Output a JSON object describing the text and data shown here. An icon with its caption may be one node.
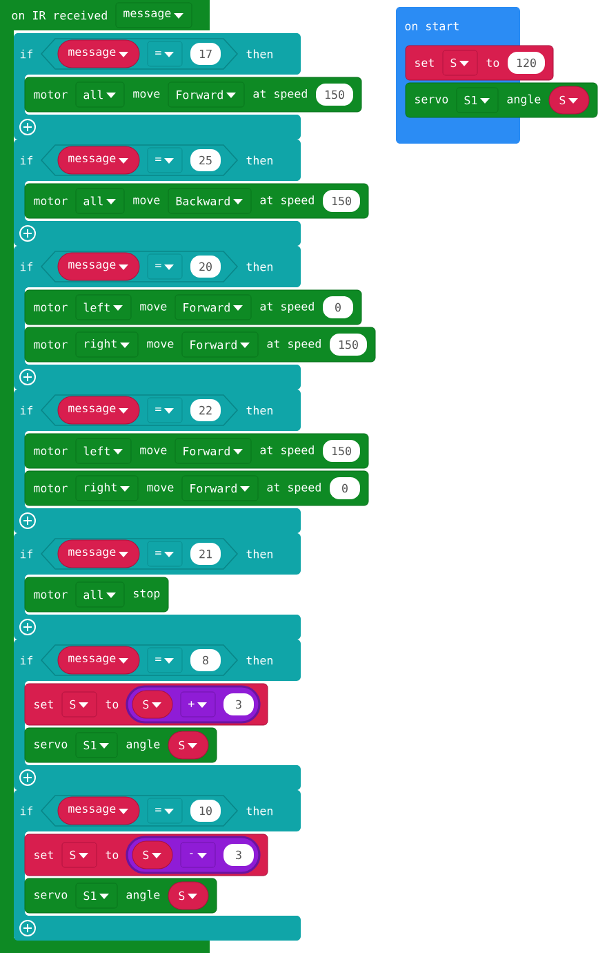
{
  "diagram": {
    "nodes": [
      {
        "text": [
          "on IR received",
          "message"
        ]
      },
      {
        "text": [
          "if",
          "then"
        ]
      },
      {
        "text": [
          "=",
          "17"
        ],
        "in": 1
      },
      {
        "text": [
          "message"
        ],
        "in": 2
      },
      {
        "text": [
          "motor",
          "all",
          "move",
          "Forward",
          "at speed",
          "150"
        ]
      },
      {
        "text": [
          "if",
          "then"
        ]
      },
      {
        "text": [
          "=",
          "25"
        ],
        "in": 5
      },
      {
        "text": [
          "message"
        ],
        "in": 6
      },
      {
        "text": [
          "motor",
          "all",
          "move",
          "Backward",
          "at speed",
          "150"
        ]
      },
      {
        "text": [
          "if",
          "then"
        ]
      },
      {
        "text": [
          "=",
          "20"
        ],
        "in": 9
      },
      {
        "text": [
          "message"
        ],
        "in": 10
      },
      {
        "text": [
          "motor",
          "left",
          "move",
          "Forward",
          "at speed",
          "0"
        ]
      },
      {
        "text": [
          "motor",
          "right",
          "move",
          "Forward",
          "at speed",
          "150"
        ]
      },
      {
        "text": [
          "if",
          "then"
        ]
      },
      {
        "text": [
          "=",
          "22"
        ],
        "in": 14
      },
      {
        "text": [
          "message"
        ],
        "in": 15
      },
      {
        "text": [
          "motor",
          "left",
          "move",
          "Forward",
          "at speed",
          "150"
        ]
      },
      {
        "text": [
          "motor",
          "right",
          "move",
          "Forward",
          "at speed",
          "0"
        ]
      },
      {
        "text": [
          "if",
          "then"
        ]
      },
      {
        "text": [
          "=",
          "21"
        ],
        "in": 19
      },
      {
        "text": [
          "message"
        ],
        "in": 20
      },
      {
        "text": [
          "motor",
          "all",
          "stop"
        ]
      },
      {
        "text": [
          "if",
          "then"
        ]
      },
      {
        "text": [
          "=",
          "8"
        ],
        "in": 23
      },
      {
        "text": [
          "message"
        ],
        "in": 24
      },
      {
        "text": [
          "set",
          "S",
          "to"
        ]
      },
      {
        "text": [
          "+",
          "3"
        ],
        "in": 26
      },
      {
        "text": [
          "S"
        ],
        "in": 27
      },
      {
        "text": [
          "servo",
          "S1",
          "angle"
        ]
      },
      {
        "text": [
          "S"
        ],
        "in": 29
      },
      {
        "text": [
          "if",
          "then"
        ]
      },
      {
        "text": [
          "=",
          "10"
        ],
        "in": 31
      },
      {
        "text": [
          "message"
        ],
        "in": 32
      },
      {
        "text": [
          "set",
          "S",
          "to"
        ]
      },
      {
        "text": [
          "-",
          "3"
        ],
        "in": 34
      },
      {
        "text": [
          "S"
        ],
        "in": 35
      },
      {
        "text": [
          "servo",
          "S1",
          "angle"
        ]
      },
      {
        "text": [
          "S"
        ],
        "in": 37
      },
      {
        "text": [
          "on start"
        ]
      },
      {
        "text": [
          "set",
          "S",
          "to",
          "120"
        ]
      },
      {
        "text": [
          "servo",
          "S1",
          "angle"
        ]
      },
      {
        "text": [
          "S"
        ],
        "in": 41
      }
    ]
  }
}
